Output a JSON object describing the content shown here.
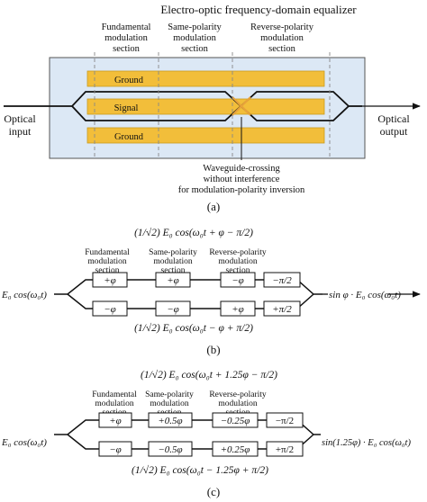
{
  "panel_a": {
    "title": "Electro-optic frequency-domain equalizer",
    "section_fundamental": [
      "Fundamental",
      "modulation",
      "section"
    ],
    "section_same": [
      "Same-polarity",
      "modulation",
      "section"
    ],
    "section_reverse": [
      "Reverse-polarity",
      "modulation",
      "section"
    ],
    "ground_top": "Ground",
    "signal": "Signal",
    "ground_bottom": "Ground",
    "input": [
      "Optical",
      "input"
    ],
    "output": [
      "Optical",
      "output"
    ],
    "crossing_note": [
      "Waveguide-crossing",
      "without interference",
      "for modulation-polarity inversion"
    ],
    "caption": "(a)"
  },
  "panel_b": {
    "top_expr": "(1/√2) E₀ cos(ω₀t + φ − π/2)",
    "bottom_expr": "(1/√2) E₀ cos(ω₀t − φ + π/2)",
    "section_fundamental": [
      "Fundamental",
      "modulation",
      "section"
    ],
    "section_same": [
      "Same-polarity",
      "modulation",
      "section"
    ],
    "section_reverse": [
      "Reverse-polarity",
      "modulation",
      "section"
    ],
    "top_boxes": [
      "+φ",
      "+φ",
      "−φ",
      "−π/2"
    ],
    "bottom_boxes": [
      "−φ",
      "−φ",
      "+φ",
      "+π/2"
    ],
    "input": "E₀ cos(ω₀t)",
    "output": "sin φ · E₀ cos(ω₀t)",
    "caption": "(b)"
  },
  "panel_c": {
    "top_expr": "(1/√2) E₀ cos(ω₀t + 1.25φ − π/2)",
    "bottom_expr": "(1/√2) E₀ cos(ω₀t − 1.25φ + π/2)",
    "section_fundamental": [
      "Fundamental",
      "modulation",
      "section"
    ],
    "section_same": [
      "Same-polarity",
      "modulation",
      "section"
    ],
    "section_reverse": [
      "Reverse-polarity",
      "modulation",
      "section"
    ],
    "top_boxes": [
      "+φ",
      "+0.5φ",
      "−0.25φ",
      "−π/2"
    ],
    "bottom_boxes": [
      "−φ",
      "−0.5φ",
      "+0.25φ",
      "+π/2"
    ],
    "input": "E₀ cos(ω₀t)",
    "output": "sin(1.25φ) · E₀ cos(ω₀t)",
    "caption": "(c)"
  },
  "colors": {
    "substrate": "#dce8f5",
    "electrode": "#f2be3a",
    "electrode_edge": "#c99a1e",
    "crossing": "#e8a33a",
    "dashed": "#888888"
  }
}
